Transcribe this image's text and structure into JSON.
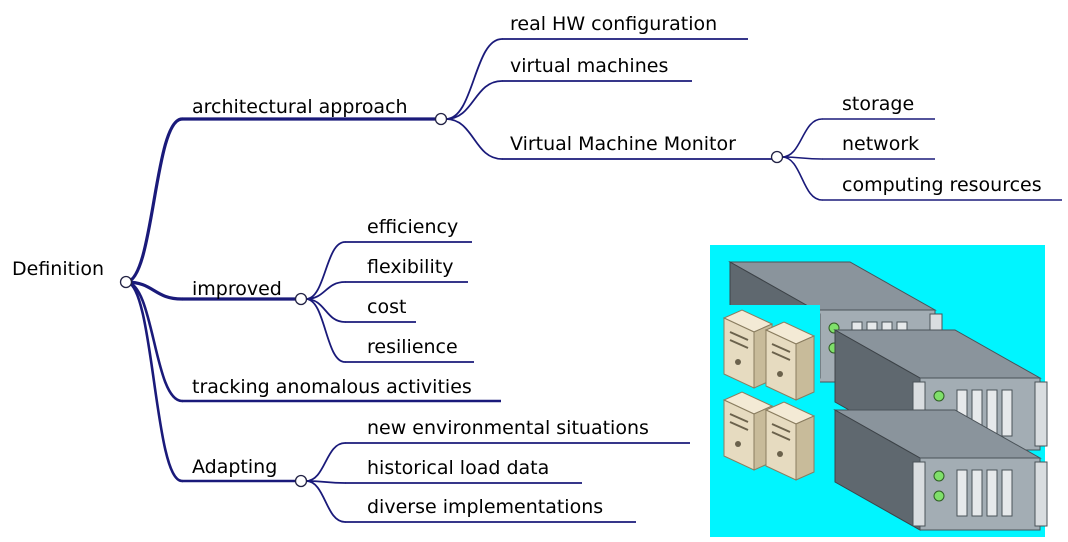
{
  "colors": {
    "line": "#1a1a7a",
    "illustration_bg": "#00f5ff",
    "node_fill": "#ffffff"
  },
  "root": {
    "label": "Definition"
  },
  "branches": [
    {
      "label": "architectural approach",
      "children": [
        {
          "label": "real HW configuration"
        },
        {
          "label": "virtual machines"
        },
        {
          "label": "Virtual Machine Monitor",
          "children": [
            {
              "label": "storage"
            },
            {
              "label": "network"
            },
            {
              "label": "computing resources"
            }
          ]
        }
      ]
    },
    {
      "label": "improved",
      "children": [
        {
          "label": "efficiency"
        },
        {
          "label": "flexibility"
        },
        {
          "label": "cost"
        },
        {
          "label": "resilience"
        }
      ]
    },
    {
      "label": "tracking anomalous activities"
    },
    {
      "label": "Adapting",
      "children": [
        {
          "label": "new environmental situations"
        },
        {
          "label": "historical load data"
        },
        {
          "label": "diverse implementations"
        }
      ]
    }
  ],
  "illustration": {
    "icon": "server-rack-icon"
  }
}
